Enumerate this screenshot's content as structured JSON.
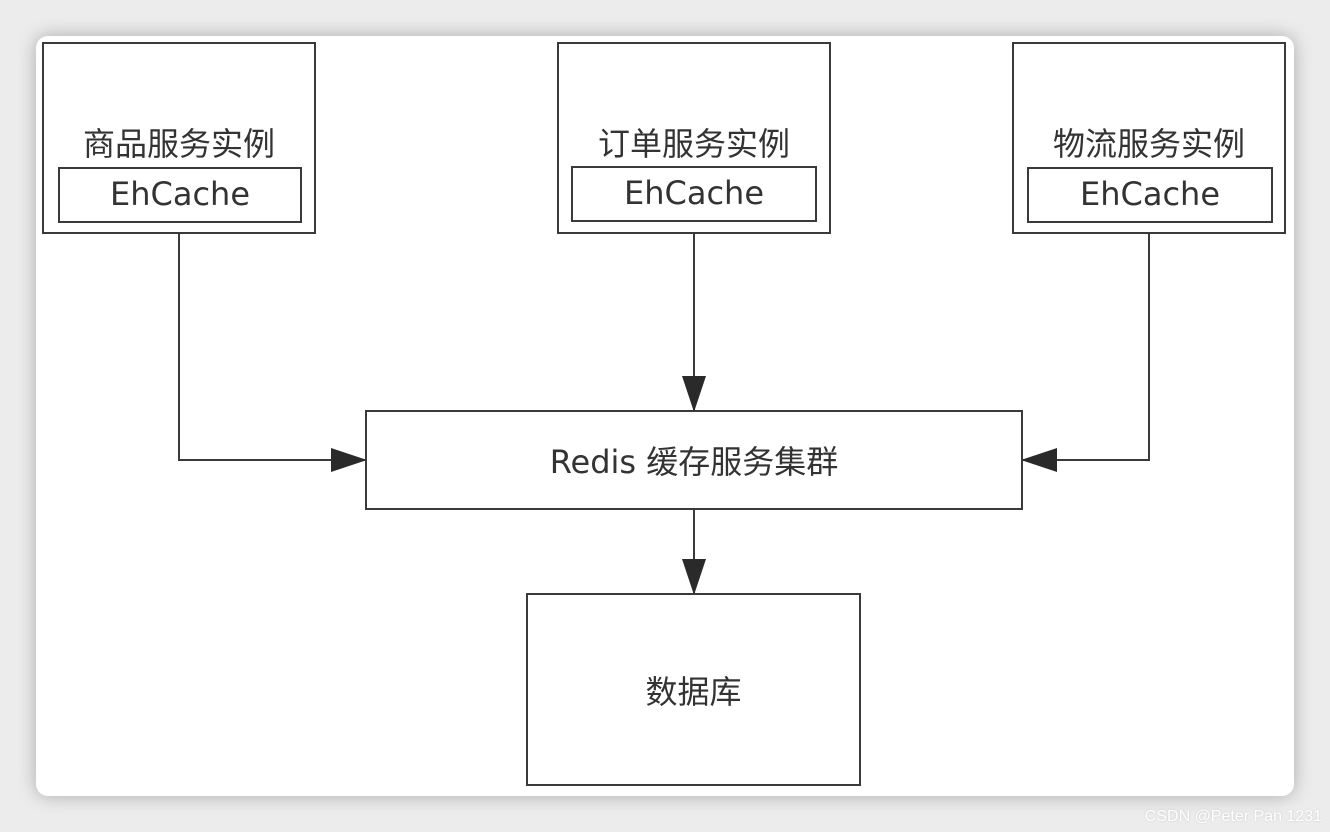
{
  "services": [
    {
      "title": "商品服务实例",
      "cache": "EhCache"
    },
    {
      "title": "订单服务实例",
      "cache": "EhCache"
    },
    {
      "title": "物流服务实例",
      "cache": "EhCache"
    }
  ],
  "redis": {
    "label": "Redis 缓存服务集群"
  },
  "database": {
    "label": "数据库"
  },
  "watermark": "CSDN @Peter Pan 1231",
  "colors": {
    "stroke": "#3a3a3a",
    "text": "#333333",
    "background": "#ffffff"
  }
}
